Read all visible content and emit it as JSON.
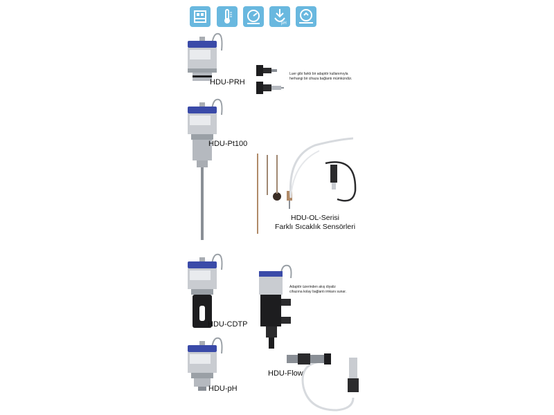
{
  "top_icons": [
    {
      "name": "pressure-icon"
    },
    {
      "name": "temperature-icon"
    },
    {
      "name": "gauge-icon"
    },
    {
      "name": "ph-icon",
      "text": "pH"
    },
    {
      "name": "flow-icon"
    }
  ],
  "products": {
    "prh": {
      "label": "HDU-PRH"
    },
    "pt100": {
      "label": "HDU-Pt100"
    },
    "cdtp": {
      "label": "HDU-CDTP"
    },
    "ph": {
      "label": "HDU-pH"
    },
    "flow": {
      "label": "HDU-Flow"
    },
    "ol": {
      "title_line1": "HDU-OL-Serisi",
      "title_line2": "Farklı Sıcaklık Sensörleri"
    }
  },
  "notes": {
    "luer": {
      "line1": "Luer gibi farklı bir adaptör kullanımıyla",
      "line2": "herhangi bir cihaza bağlantı mümkündür."
    },
    "adaptor": {
      "line1": "Adaptör üzerinden akış diyaliz",
      "line2": "cihazına kolay bağlantı imkanı sunar."
    }
  },
  "colors": {
    "icon_tile": "#69b8df",
    "sensor_cap": "#3a4aa8",
    "sensor_body": "#c9ccd1",
    "probe": "#8a8f96",
    "black_part": "#1d1d1f"
  }
}
